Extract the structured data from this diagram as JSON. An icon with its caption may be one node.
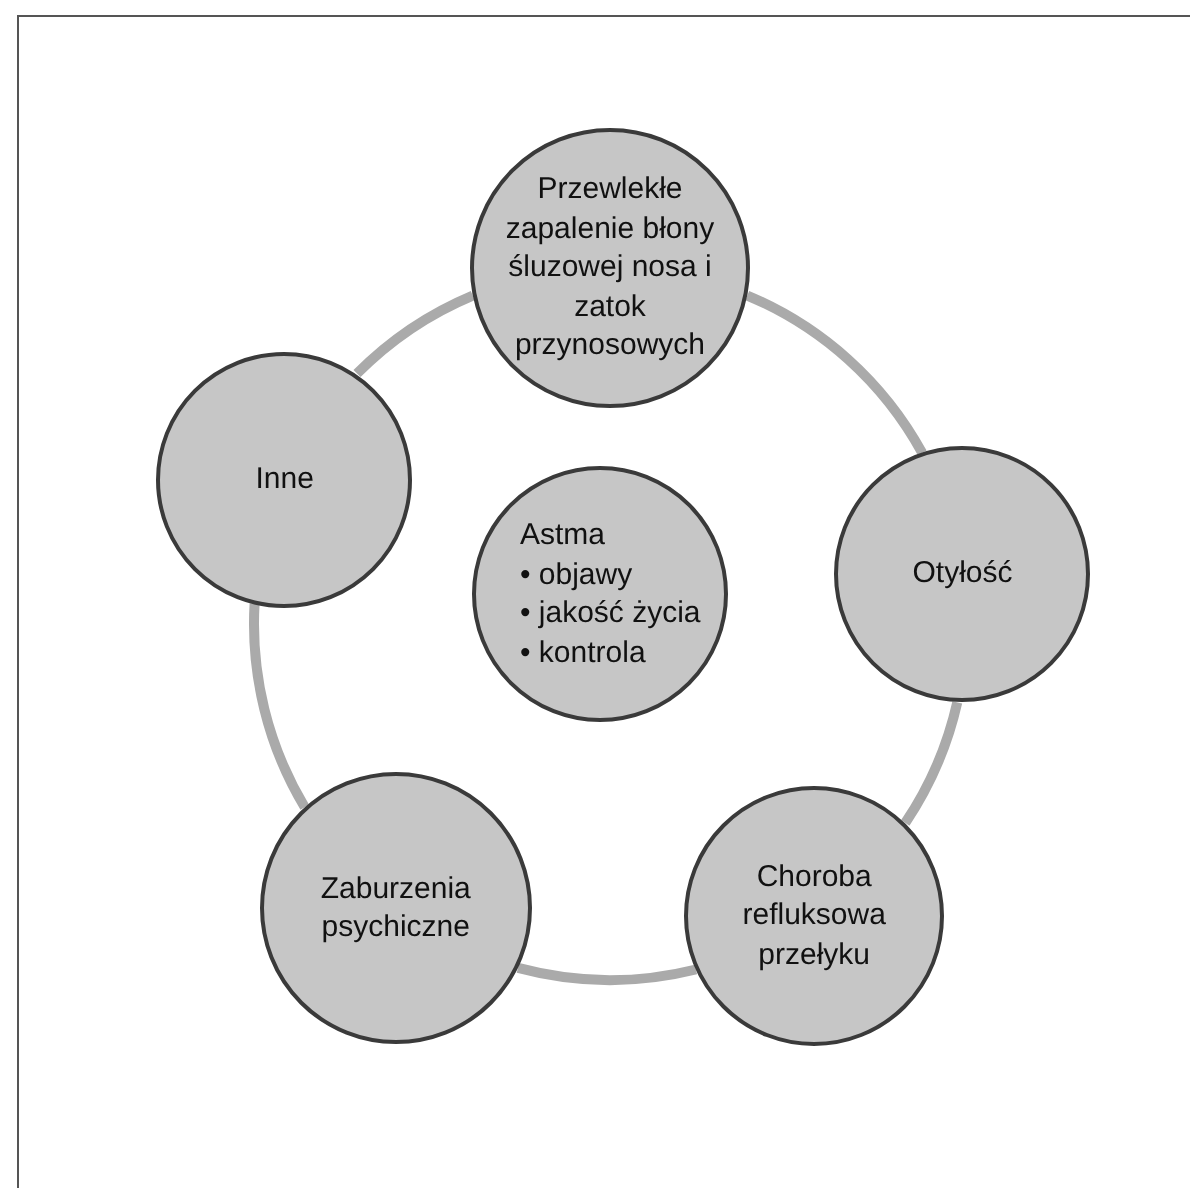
{
  "diagram": {
    "nodes": [
      {
        "text": [
          "Przewlekłe zapalenie błony śluzowej nosa i zatok przynosowych"
        ]
      },
      {
        "text": [
          "Inne"
        ]
      },
      {
        "text": [
          "Otyłość"
        ]
      },
      {
        "text": [
          "Astma",
          "• objawy",
          "• jakość życia",
          "• kontrola"
        ]
      },
      {
        "text": [
          "Zaburzenia psychiczne"
        ]
      },
      {
        "text": [
          "Choroba refluksowa przełyku"
        ]
      }
    ],
    "edges": [
      {
        "from": 0,
        "to": 2,
        "arrow": "none"
      },
      {
        "from": 2,
        "to": 5,
        "arrow": "none"
      },
      {
        "from": 5,
        "to": 4,
        "arrow": "none"
      },
      {
        "from": 4,
        "to": 1,
        "arrow": "none"
      },
      {
        "from": 1,
        "to": 0,
        "arrow": "none"
      }
    ]
  }
}
